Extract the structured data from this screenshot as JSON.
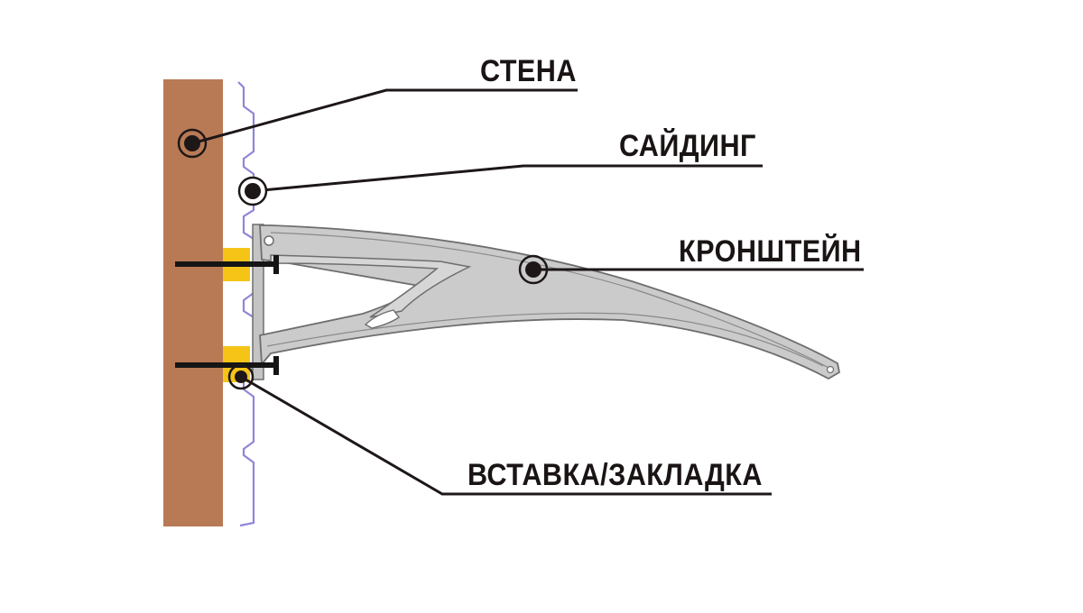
{
  "labels": {
    "wall": "СТЕНА",
    "siding": "САЙДИНГ",
    "bracket": "КРОНШТЕЙН",
    "insert": "ВСТАВКА/ЗАКЛАДКА"
  },
  "colors": {
    "wall": "#b87a55",
    "siding": "#8f86d6",
    "insert": "#f5c417",
    "bracket_fill": "#c9c9c9",
    "bracket_stroke": "#6e6e6e",
    "leader": "#1e1717",
    "bolt": "#151515"
  }
}
